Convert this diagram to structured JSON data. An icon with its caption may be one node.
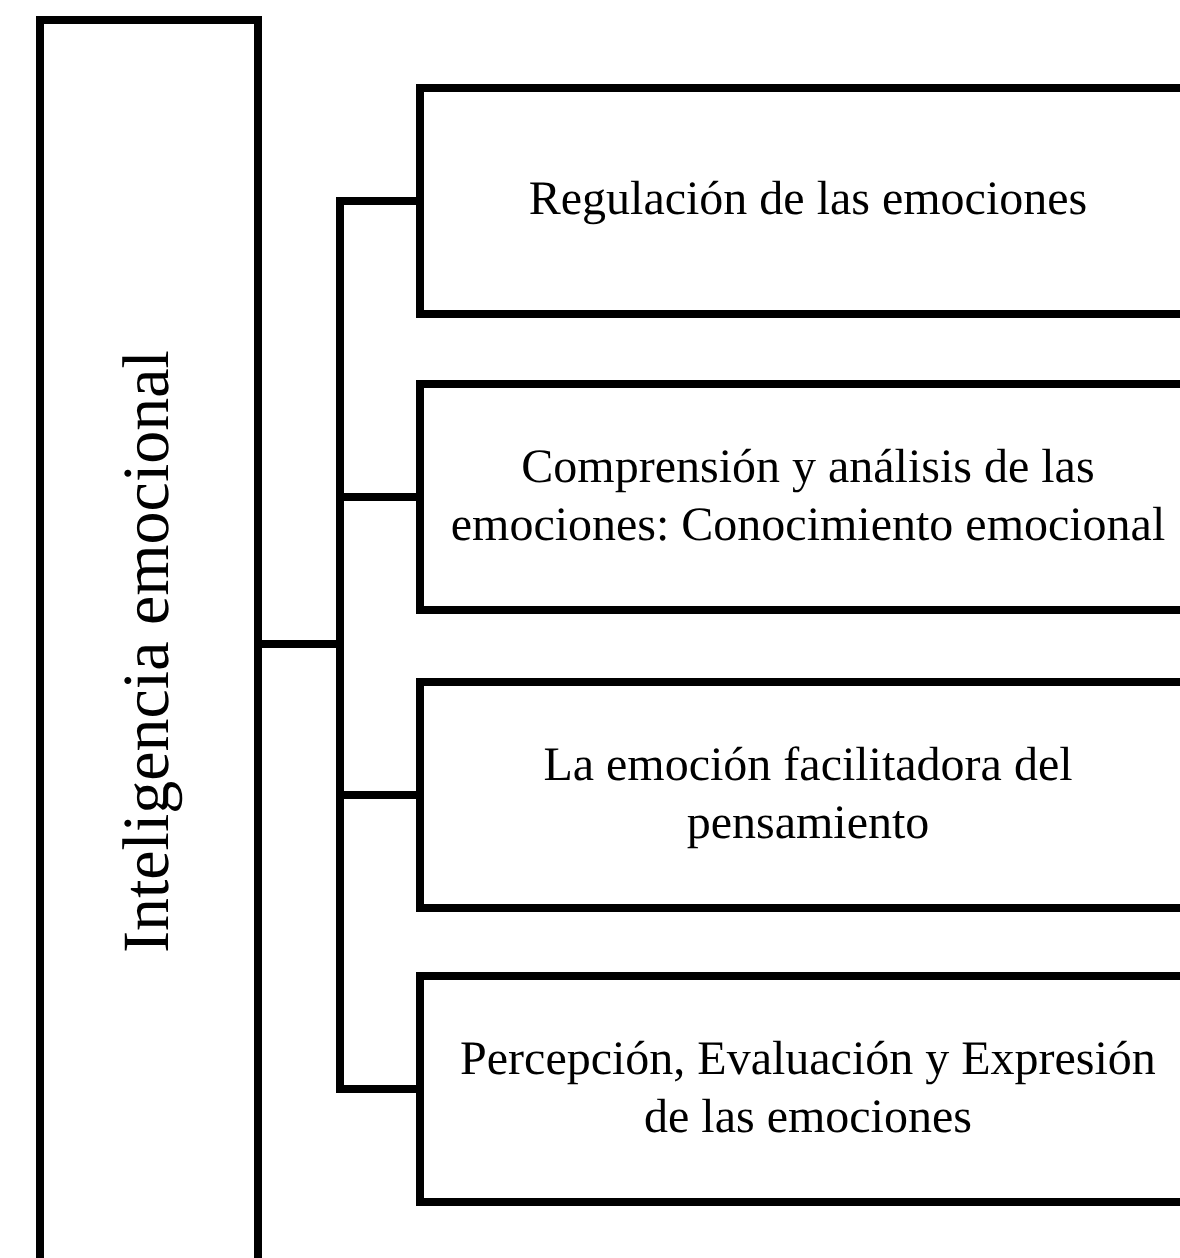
{
  "diagram": {
    "nodes": [
      {
        "text": [
          "Inteligencia emocional"
        ]
      },
      {
        "text": [
          "Regulación de las emociones"
        ]
      },
      {
        "text": [
          "Comprensión y análisis de las emociones: Conocimiento emocional"
        ]
      },
      {
        "text": [
          "La emoción facilitadora del pensamiento"
        ]
      },
      {
        "text": [
          "Percepción, Evaluación y Expresión de las emociones"
        ]
      }
    ],
    "edges": [
      {
        "from": 0,
        "to": 1,
        "arrow": "none"
      },
      {
        "from": 0,
        "to": 2,
        "arrow": "none"
      },
      {
        "from": 0,
        "to": 3,
        "arrow": "none"
      },
      {
        "from": 0,
        "to": 4,
        "arrow": "none"
      }
    ]
  }
}
